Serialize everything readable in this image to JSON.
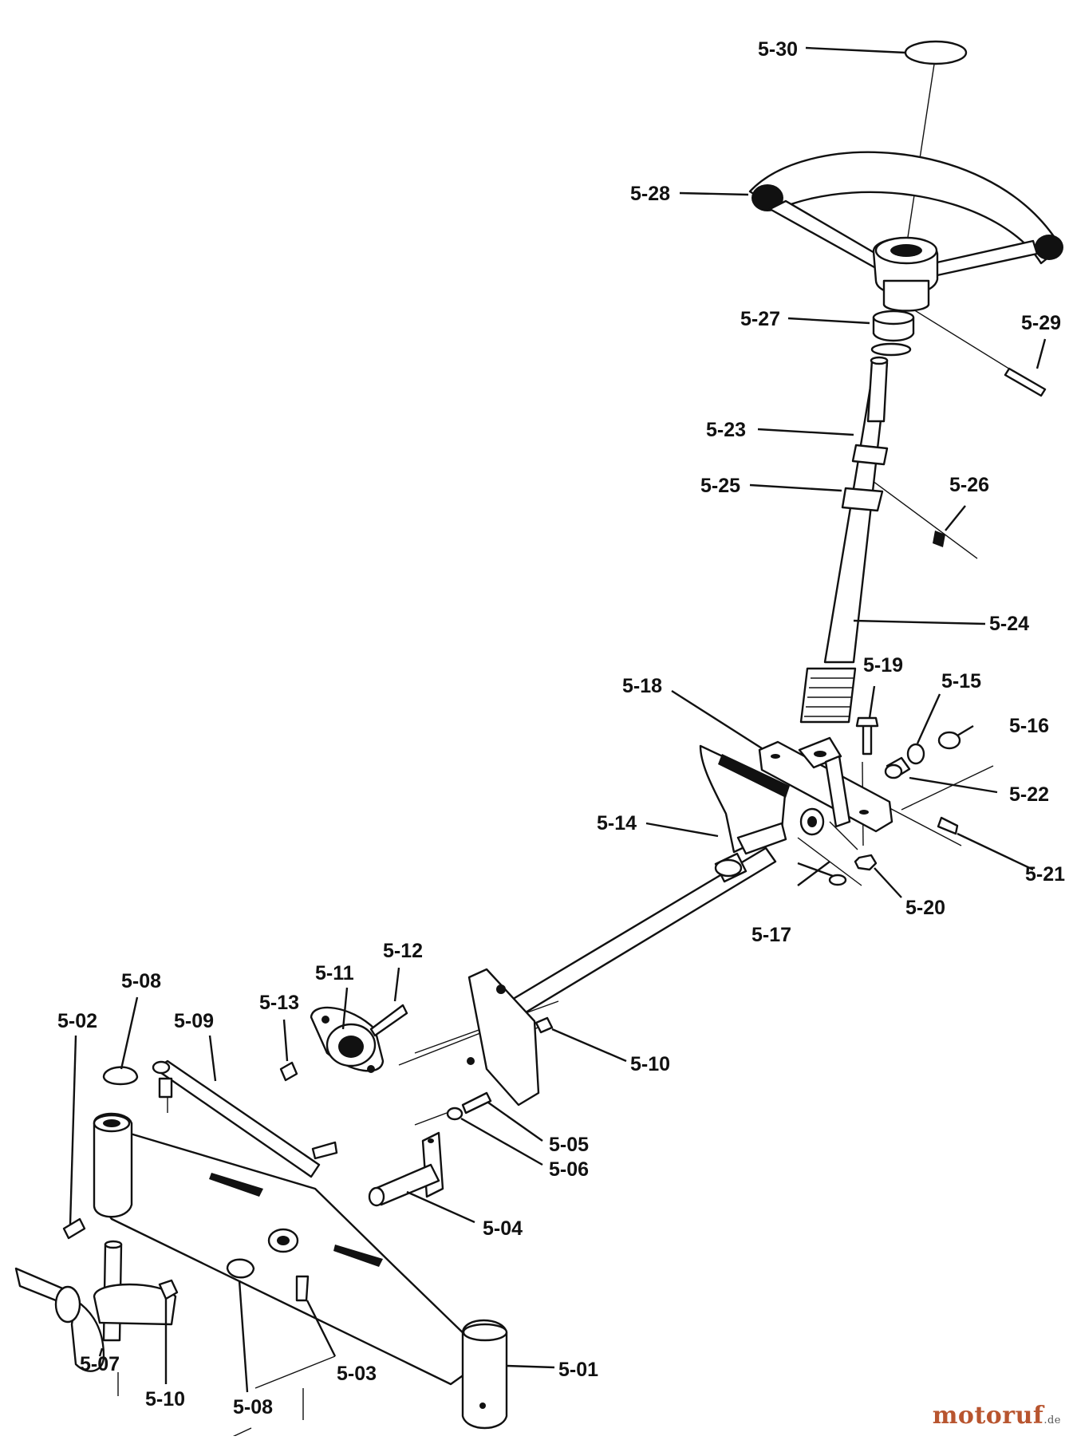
{
  "callouts": {
    "p501": "5-01",
    "p502": "5-02",
    "p503": "5-03",
    "p504": "5-04",
    "p505": "5-05",
    "p506": "5-06",
    "p507": "5-07",
    "p508a": "5-08",
    "p508b": "5-08",
    "p509": "5-09",
    "p510a": "5-10",
    "p510b": "5-10",
    "p511": "5-11",
    "p512": "5-12",
    "p513": "5-13",
    "p514": "5-14",
    "p515": "5-15",
    "p516": "5-16",
    "p517": "5-17",
    "p518": "5-18",
    "p519": "5-19",
    "p520": "5-20",
    "p521": "5-21",
    "p522": "5-22",
    "p523": "5-23",
    "p524": "5-24",
    "p525": "5-25",
    "p526": "5-26",
    "p527": "5-27",
    "p528": "5-28",
    "p529": "5-29",
    "p530": "5-30"
  },
  "watermark": {
    "text": "motoruf",
    "suffix": ".de"
  }
}
